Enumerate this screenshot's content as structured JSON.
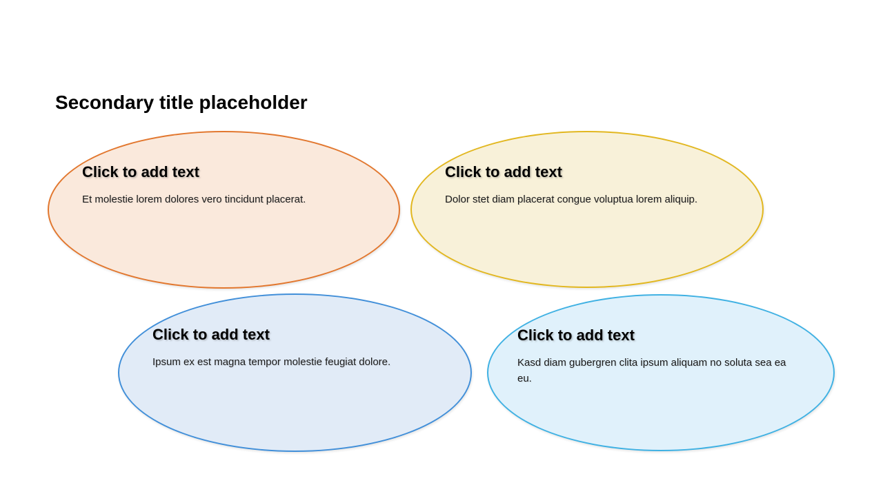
{
  "slide": {
    "title": "Secondary title placeholder",
    "background_color": "#FFFFFF"
  },
  "shapes": [
    {
      "id": "top-left",
      "heading": "Click to add text",
      "body": "Et molestie lorem dolores vero tincidunt placerat.",
      "fill_color": "#FAE9DC",
      "border_color": "#E2772E"
    },
    {
      "id": "top-right",
      "heading": "Click to add text",
      "body": "Dolor stet diam placerat congue voluptua lorem aliquip.",
      "fill_color": "#F8F1D9",
      "border_color": "#E2B71F"
    },
    {
      "id": "bottom-left",
      "heading": "Click to add text",
      "body": "Ipsum ex est magna tempor molestie feugiat dolore.",
      "fill_color": "#E1EBF7",
      "border_color": "#418FD9"
    },
    {
      "id": "bottom-right",
      "heading": "Click to add text",
      "body": "Kasd diam gubergren clita ipsum aliquam no soluta sea ea eu.",
      "fill_color": "#E0F1FB",
      "border_color": "#3FB1E3"
    }
  ]
}
